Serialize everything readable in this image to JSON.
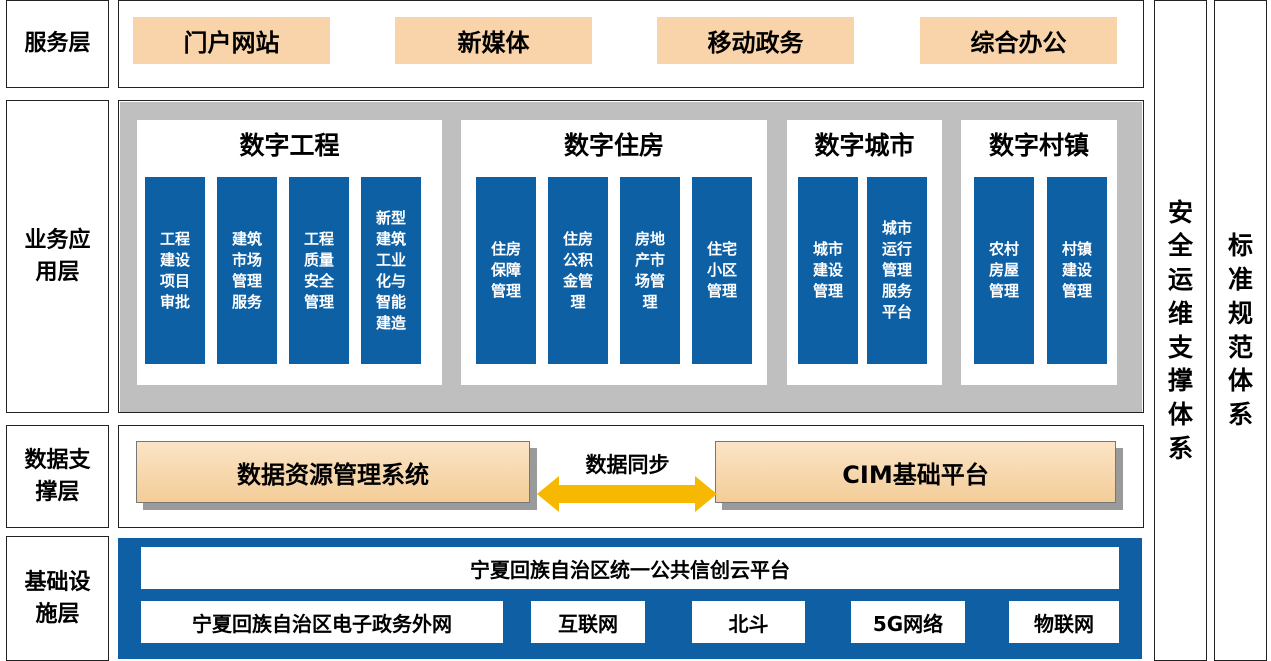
{
  "layers": {
    "service": "服务层",
    "application": "业务应\n用层",
    "data": "数据支\n撑层",
    "infrastructure": "基础设\n施层"
  },
  "service_items": [
    "门户网站",
    "新媒体",
    "移动政务",
    "综合办公"
  ],
  "groups": [
    {
      "title": "数字工程",
      "items": [
        "工程\n建设\n项目\n审批",
        "建筑\n市场\n管理\n服务",
        "工程\n质量\n安全\n管理",
        "新型\n建筑\n工业\n化与\n智能\n建造"
      ]
    },
    {
      "title": "数字住房",
      "items": [
        "住房\n保障\n管理",
        "住房\n公积\n金管\n理",
        "房地\n产市\n场管\n理",
        "住宅\n小区\n管理"
      ]
    },
    {
      "title": "数字城市",
      "items": [
        "城市\n建设\n管理",
        "城市\n运行\n管理\n服务\n平台"
      ]
    },
    {
      "title": "数字村镇",
      "items": [
        "农村\n房屋\n管理",
        "村镇\n建设\n管理"
      ]
    }
  ],
  "data_layer": {
    "left": "数据资源管理系统",
    "sync": "数据同步",
    "right": "CIM基础平台"
  },
  "infra": {
    "cloud": "宁夏回族自治区统一公共信创云平台",
    "networks": [
      "宁夏回族自治区电子政务外网",
      "互联网",
      "北斗",
      "5G网络",
      "物联网"
    ]
  },
  "side": {
    "security": "安全运维支撑体系",
    "standards": "标准规范体系"
  },
  "colors": {
    "tile_blue": "#0e60a4",
    "service_orange": "#f9d3a9",
    "arrow_yellow": "#f6b800",
    "panel_gray": "#bfbfbf"
  }
}
